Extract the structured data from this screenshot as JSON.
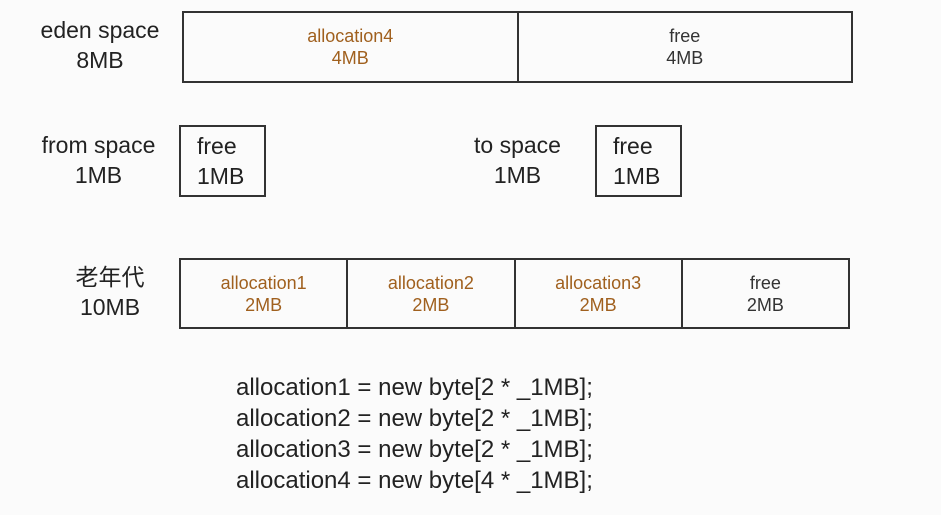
{
  "eden": {
    "name": "eden space",
    "size": "8MB",
    "cells": [
      {
        "name": "allocation4",
        "size": "4MB"
      },
      {
        "name": "free",
        "size": "4MB"
      }
    ]
  },
  "from": {
    "name": "from space",
    "size": "1MB",
    "cell": {
      "name": "free",
      "size": "1MB"
    }
  },
  "to": {
    "name": "to space",
    "size": "1MB",
    "cell": {
      "name": "free",
      "size": "1MB"
    }
  },
  "old": {
    "name": "老年代",
    "size": "10MB",
    "cells": [
      {
        "name": "allocation1",
        "size": "2MB"
      },
      {
        "name": "allocation2",
        "size": "2MB"
      },
      {
        "name": "allocation3",
        "size": "2MB"
      },
      {
        "name": "free",
        "size": "2MB"
      }
    ]
  },
  "code": [
    "allocation1 = new byte[2 * _1MB];",
    "allocation2 = new byte[2 * _1MB];",
    "allocation3 = new byte[2 * _1MB];",
    "allocation4 = new byte[4 * _1MB];"
  ]
}
